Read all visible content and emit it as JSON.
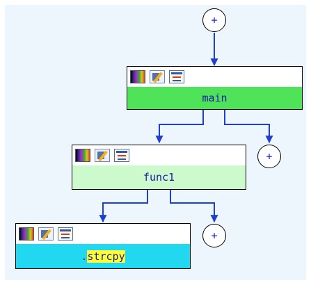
{
  "graph": {
    "expand_symbol": "+",
    "nodes": {
      "main": {
        "label": "main",
        "body_color": "#4fe35a"
      },
      "func1": {
        "label": "func1",
        "body_color": "#ccfacc"
      },
      "strcpy": {
        "prefix": ".",
        "label": "strcpy",
        "body_color": "#22d7f0",
        "highlight_color": "#ffff33"
      }
    },
    "toolbar_icons": [
      "palette-icon",
      "edit-icon",
      "graph-view-icon"
    ],
    "edge_color": "#1f3fd0"
  }
}
